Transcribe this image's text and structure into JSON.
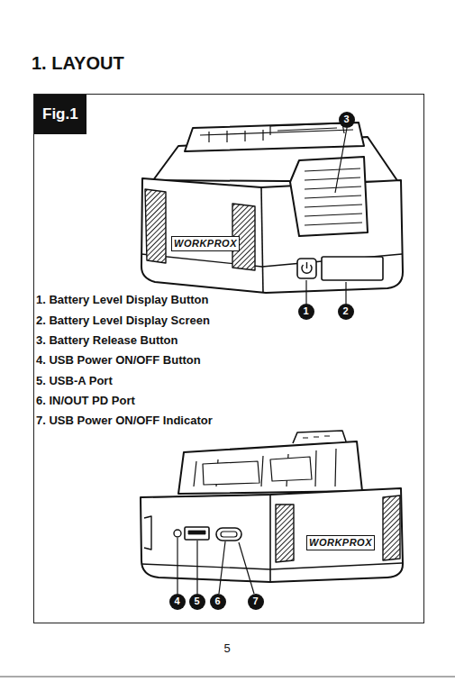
{
  "diagram": {
    "title": "1. LAYOUT",
    "nodes": [
      {
        "text": [
          "Fig.1"
        ]
      },
      {
        "text": [
          "3"
        ],
        "in": 0
      },
      {
        "text": [
          "1"
        ],
        "in": 0
      },
      {
        "text": [
          "2"
        ],
        "in": 0
      },
      {
        "text": [
          "4"
        ],
        "in": 0
      },
      {
        "text": [
          "5"
        ],
        "in": 0
      },
      {
        "text": [
          "6"
        ],
        "in": 0
      },
      {
        "text": [
          "7"
        ],
        "in": 0
      }
    ],
    "labels": [
      "1. Battery Level Display Button",
      "2. Battery Level Display Screen",
      "3. Battery Release Button",
      "4. USB Power ON/OFF Button",
      "5. USB-A Port",
      "6. IN/OUT PD Port",
      "7. USB Power ON/OFF Indicator",
      "WORKPROX",
      "WORKPROX",
      "5"
    ]
  }
}
